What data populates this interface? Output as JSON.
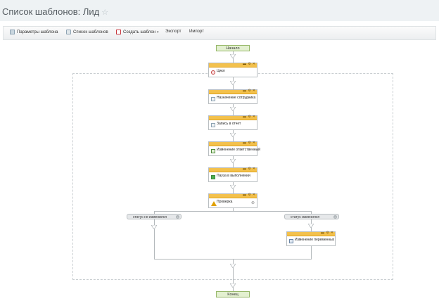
{
  "header": {
    "title": "Список шаблонов: Лид",
    "star_icon": "star-icon"
  },
  "toolbar": {
    "items": [
      {
        "label": "Параметры шаблона",
        "icon": "settings-icon"
      },
      {
        "label": "Список шаблонов",
        "icon": "list-icon"
      },
      {
        "label": "Создать шаблон",
        "icon": "create-icon",
        "has_dropdown": true
      },
      {
        "label": "Экспорт"
      },
      {
        "label": "Импорт"
      }
    ]
  },
  "workflow": {
    "start_label": "Начало",
    "end_label": "Конец",
    "cycle_label": "Цикл",
    "steps": [
      {
        "label": "Назначение сотрудника",
        "icon": "document-icon"
      },
      {
        "label": "Запись в отчет",
        "icon": "document-icon"
      },
      {
        "label": "Изменение ответственный",
        "icon": "edit-icon"
      },
      {
        "label": "Пауза в выполнении",
        "icon": "pause-icon"
      }
    ],
    "condition_label": "Проверка",
    "branches": {
      "left": "статус не изменился",
      "right": "статус изменился"
    },
    "right_branch_step": "Изменение переменных"
  },
  "colors": {
    "block_header": "#f3c14d",
    "start_end_fill": "#e3f0d0",
    "start_end_border": "#97b86a",
    "connector": "#b4b9bc"
  }
}
